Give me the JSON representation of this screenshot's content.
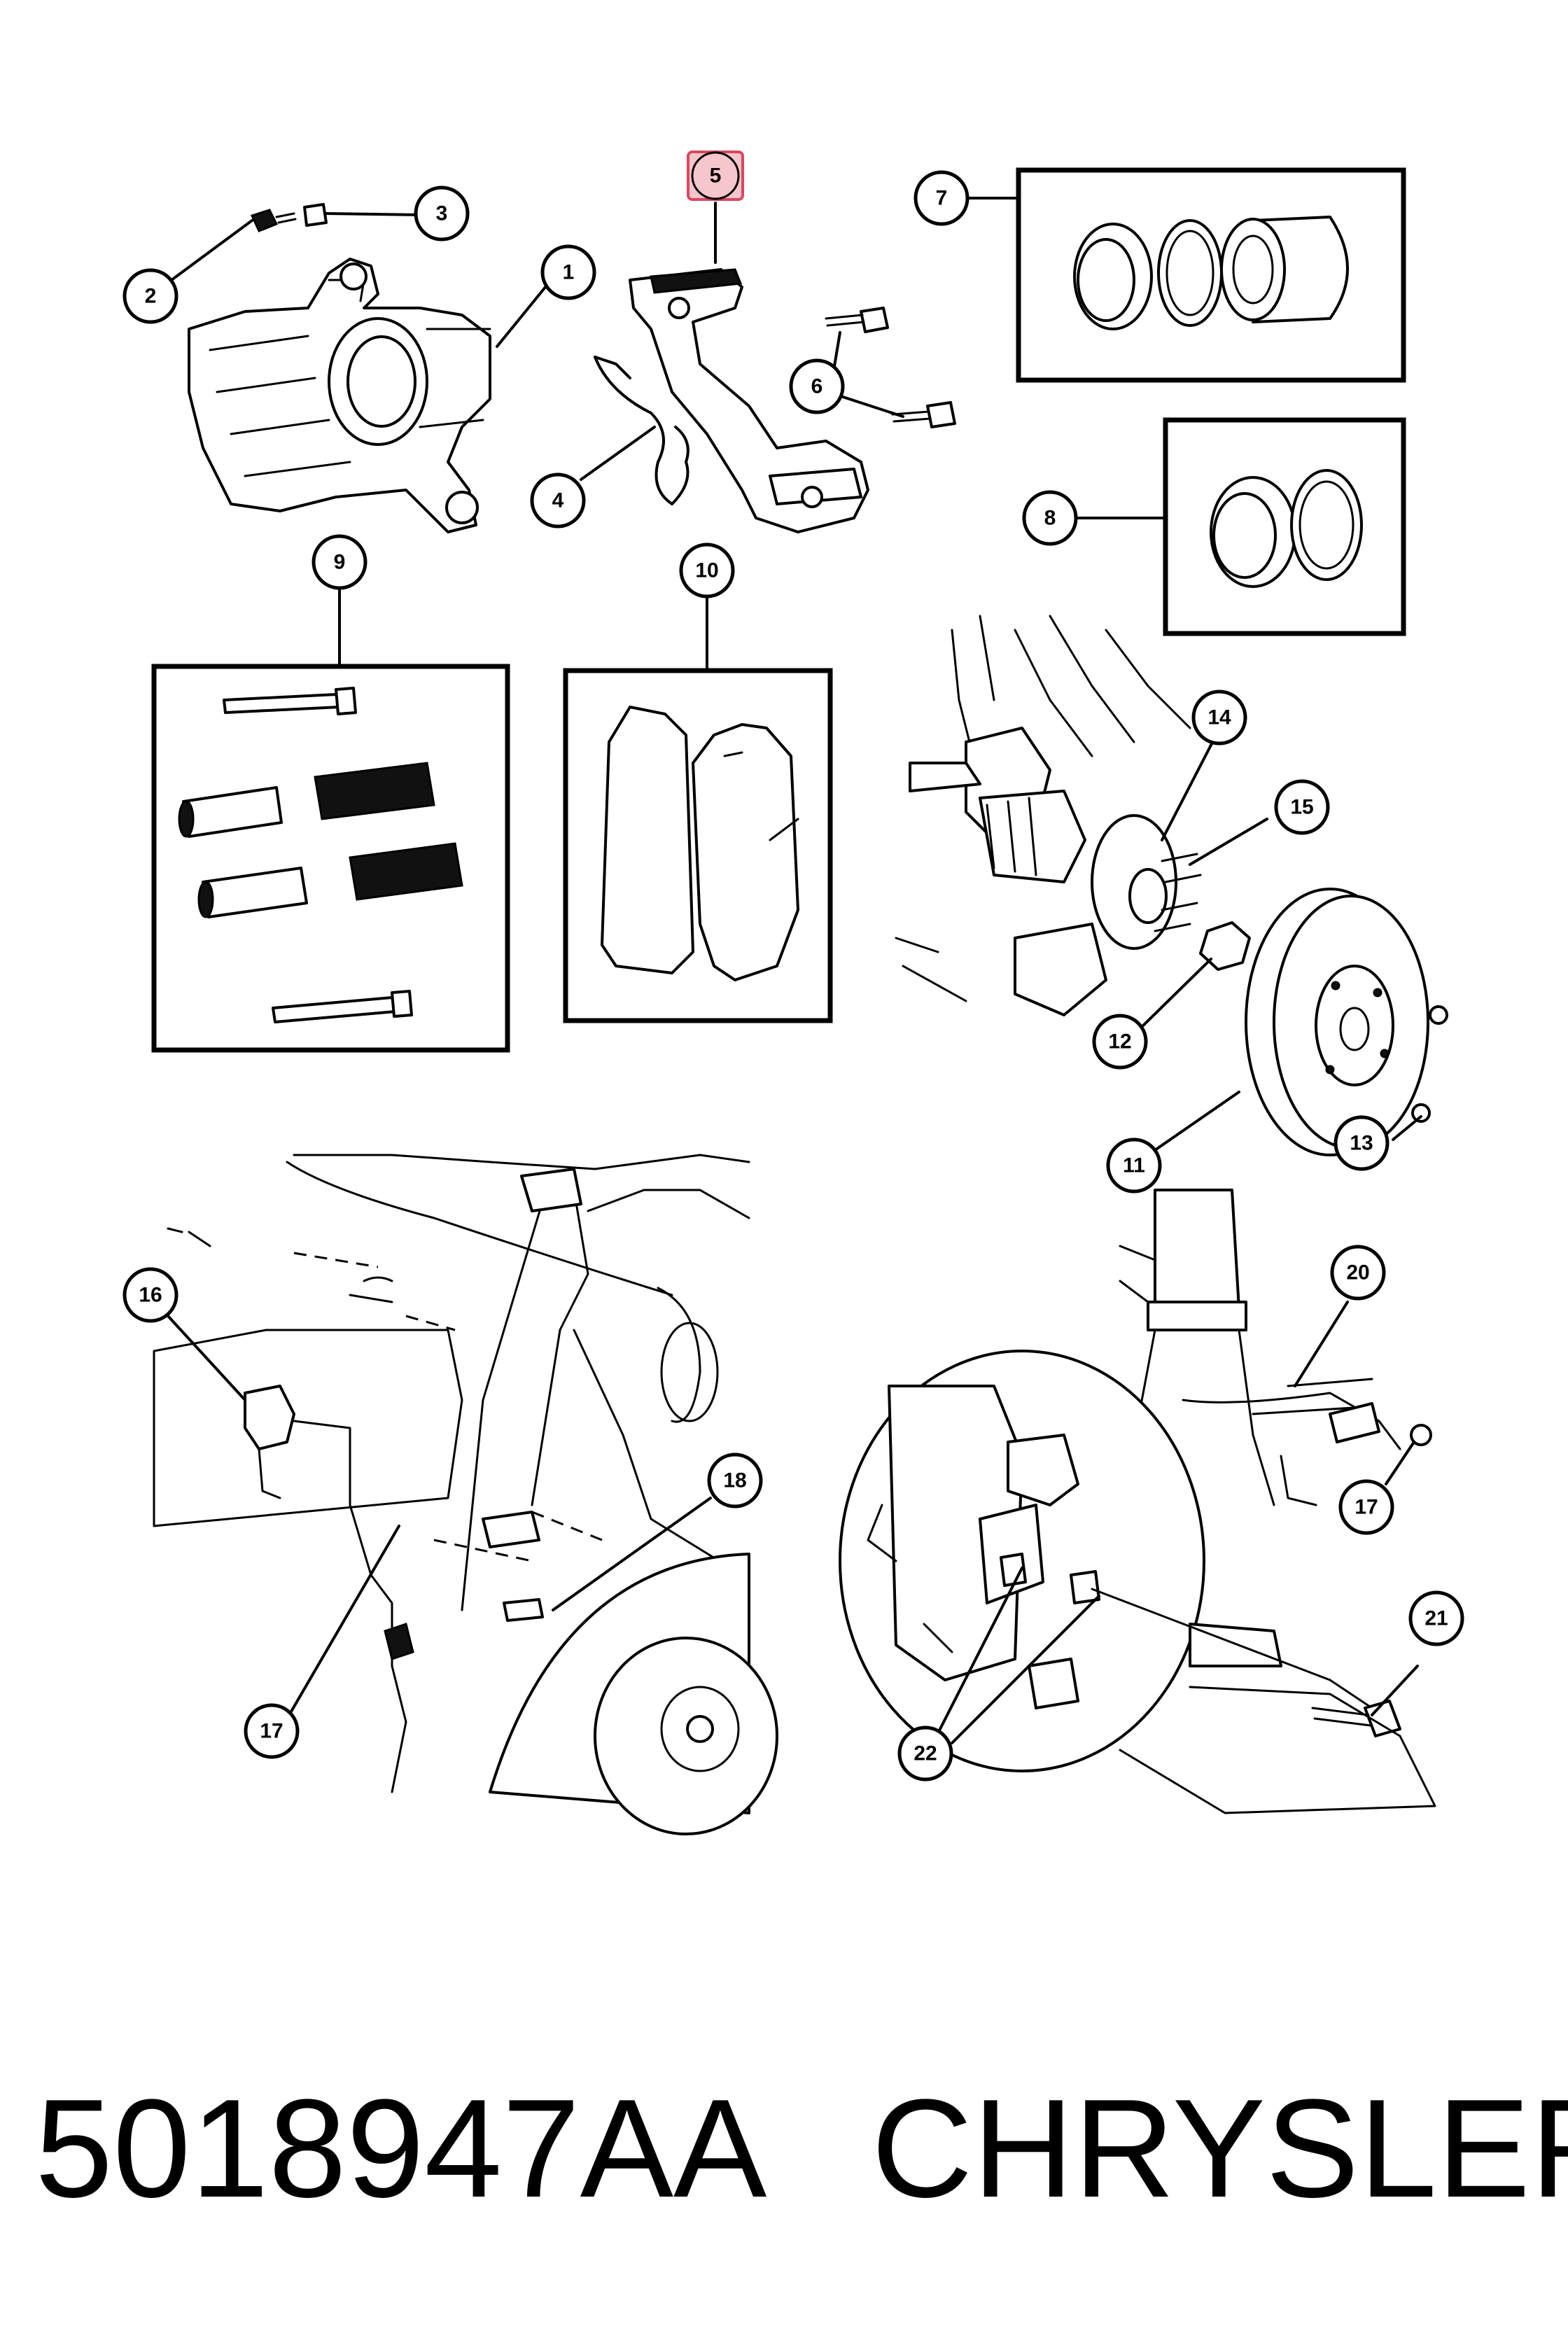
{
  "footer": {
    "part_number": "5018947AA",
    "brand": "CHRYSLER"
  },
  "callouts": [
    "1",
    "2",
    "3",
    "4",
    "5",
    "6",
    "7",
    "8",
    "9",
    "10",
    "11",
    "12",
    "13",
    "14",
    "15",
    "16",
    "17",
    "17",
    "18",
    "20",
    "21",
    "22"
  ],
  "highlighted_callout": "5",
  "colors": {
    "line": "#000000",
    "background": "#ffffff",
    "highlight_fill": "#f7c6cc",
    "highlight_stroke": "#d9485f"
  }
}
